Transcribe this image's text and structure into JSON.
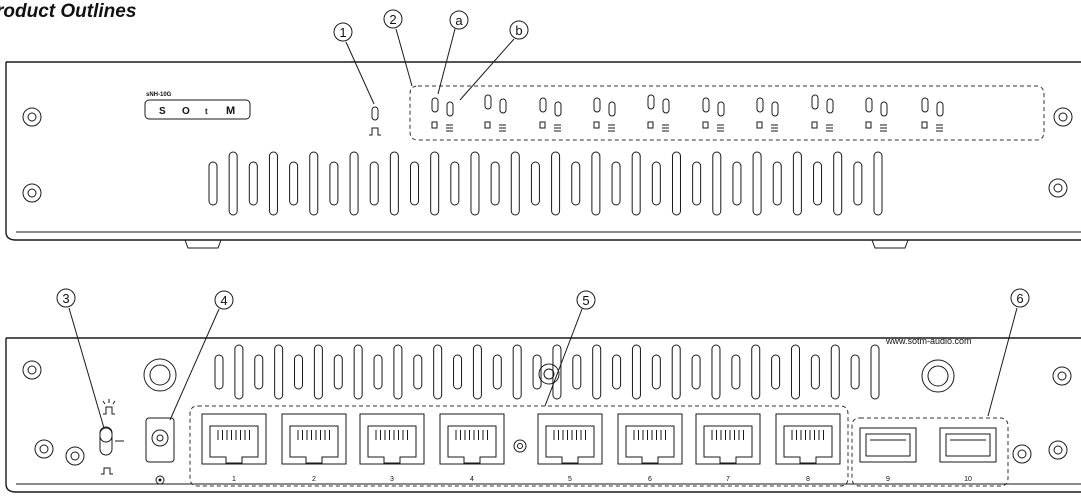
{
  "title": "roduct Outlines",
  "front": {
    "model_label": "sNH-10G",
    "badge_letters": [
      "S",
      "O",
      "t",
      "M"
    ]
  },
  "back": {
    "url": "www.sotm-audio.com",
    "port_labels": [
      "1",
      "2",
      "3",
      "4",
      "5",
      "6",
      "7",
      "8",
      "9",
      "10"
    ]
  },
  "callouts": {
    "c1": "1",
    "c2": "2",
    "ca": "a",
    "cb": "b",
    "c3": "3",
    "c4": "4",
    "c5": "5",
    "c6": "6"
  }
}
